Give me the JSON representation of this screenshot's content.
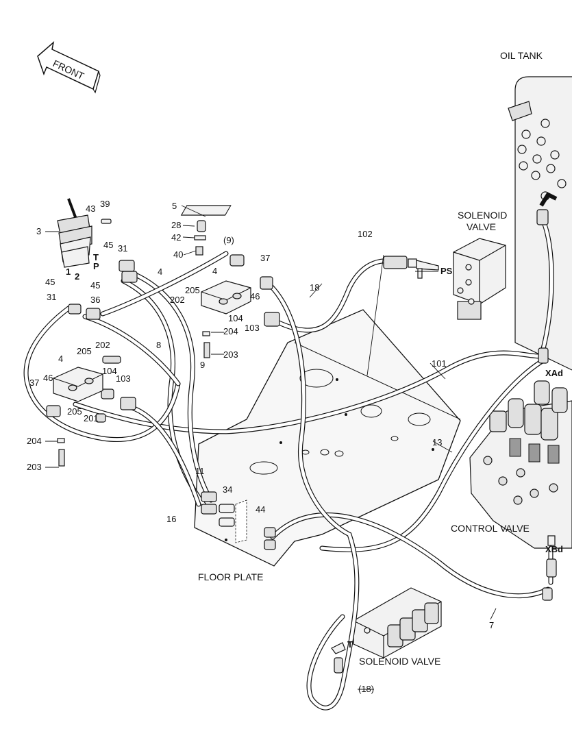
{
  "titles": {
    "front": "FRONT",
    "oil_tank": "OIL TANK",
    "solenoid_valve_top_1": "SOLENOID",
    "solenoid_valve_top_2": "VALVE",
    "control_valve": "CONTROL VALVE",
    "floor_plate": "FLOOR PLATE",
    "solenoid_valve_bottom": "SOLENOID VALVE"
  },
  "port_labels": {
    "ps": "PS",
    "xad": "XAd",
    "xbd": "XBd",
    "t_bottom": "T",
    "p": "P",
    "t": "T",
    "one": "1",
    "two": "2"
  },
  "callouts": {
    "c39": "39",
    "c43": "43",
    "c3": "3",
    "c45a": "45",
    "c31a": "31",
    "c45b": "45",
    "c45c": "45",
    "c31b": "31",
    "c36": "36",
    "c5": "5",
    "c28": "28",
    "c42": "42",
    "c40": "40",
    "c9p": "(9)",
    "c4a": "4",
    "c4b": "4",
    "c37a": "37",
    "c205a": "205",
    "c202a": "202",
    "c46a": "46",
    "c104a": "104",
    "c103a": "103",
    "c204a": "204",
    "c203a": "203",
    "c18": "18",
    "c102": "102",
    "c8": "8",
    "c9": "9",
    "c4c": "4",
    "c202b": "202",
    "c205b": "205",
    "c104b": "104",
    "c103b": "103",
    "c46b": "46",
    "c37b": "37",
    "c205c": "205",
    "c201": "201",
    "c204b": "204",
    "c203b": "203",
    "c101": "101",
    "c13": "13",
    "c11": "11",
    "c16": "16",
    "c34": "34",
    "c44": "44",
    "c7": "7",
    "c18p": "(18)"
  }
}
